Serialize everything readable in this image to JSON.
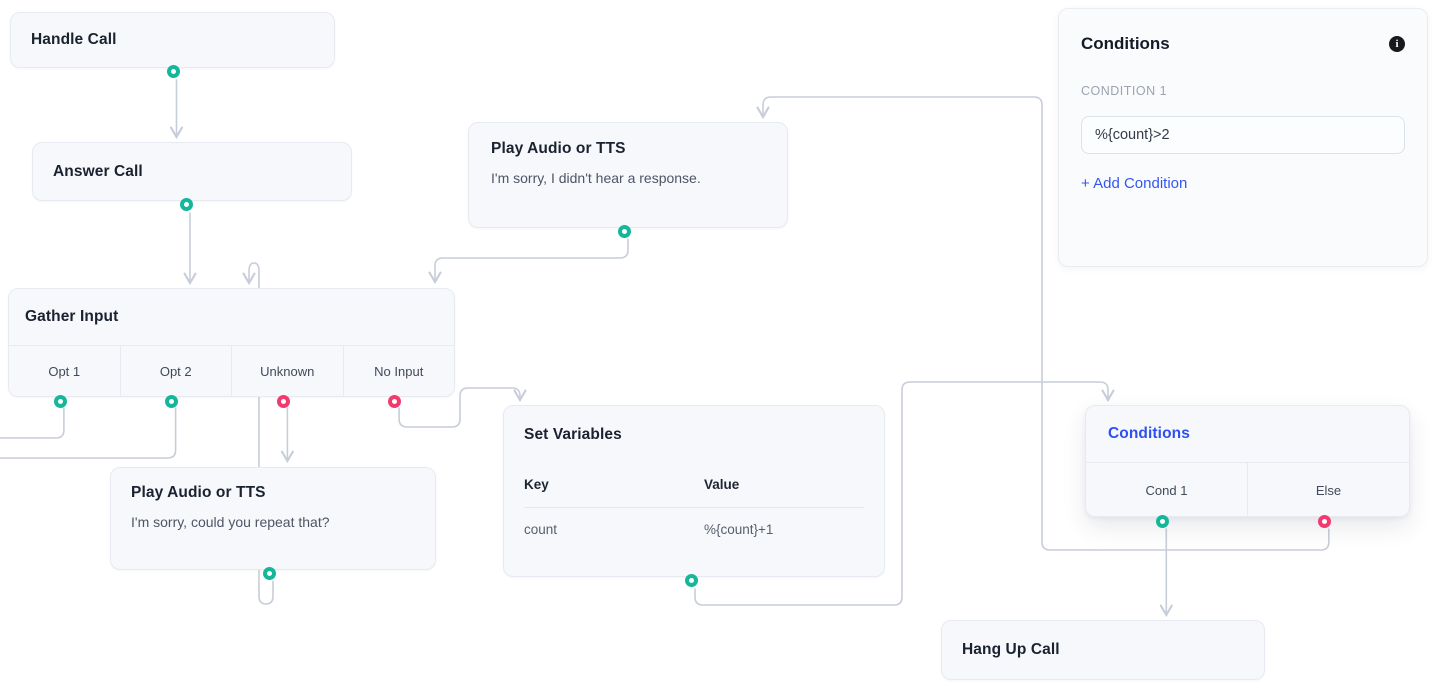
{
  "colors": {
    "port_green": "#15b79b",
    "port_pink": "#f23a6e",
    "wire": "#c7cdd9",
    "selected_blue": "#2e50f0",
    "link_blue": "#3356f2",
    "node_bg": "#f6f8fb"
  },
  "nodes": {
    "handle_call": {
      "title": "Handle Call"
    },
    "answer_call": {
      "title": "Answer Call"
    },
    "play_audio_top": {
      "title": "Play Audio or TTS",
      "subtitle": "I'm sorry, I didn't hear a response."
    },
    "gather_input": {
      "title": "Gather Input",
      "options": [
        {
          "label": "Opt 1",
          "port_color": "green"
        },
        {
          "label": "Opt 2",
          "port_color": "green"
        },
        {
          "label": "Unknown",
          "port_color": "pink"
        },
        {
          "label": "No Input",
          "port_color": "pink"
        }
      ]
    },
    "play_audio_repeat": {
      "title": "Play Audio or TTS",
      "subtitle": "I'm sorry, could you repeat that?"
    },
    "set_variables": {
      "title": "Set Variables",
      "columns": [
        "Key",
        "Value"
      ],
      "rows": [
        [
          "count",
          "%{count}+1"
        ]
      ]
    },
    "conditions_node": {
      "title": "Conditions",
      "options": [
        {
          "label": "Cond 1",
          "port_color": "green"
        },
        {
          "label": "Else",
          "port_color": "pink"
        }
      ]
    },
    "hang_up_call": {
      "title": "Hang Up Call"
    }
  },
  "panel": {
    "title": "Conditions",
    "info_icon": "info-icon",
    "condition_label": "CONDITION 1",
    "condition_value": "%{count}>2",
    "add_condition_label": "+ Add Condition"
  }
}
